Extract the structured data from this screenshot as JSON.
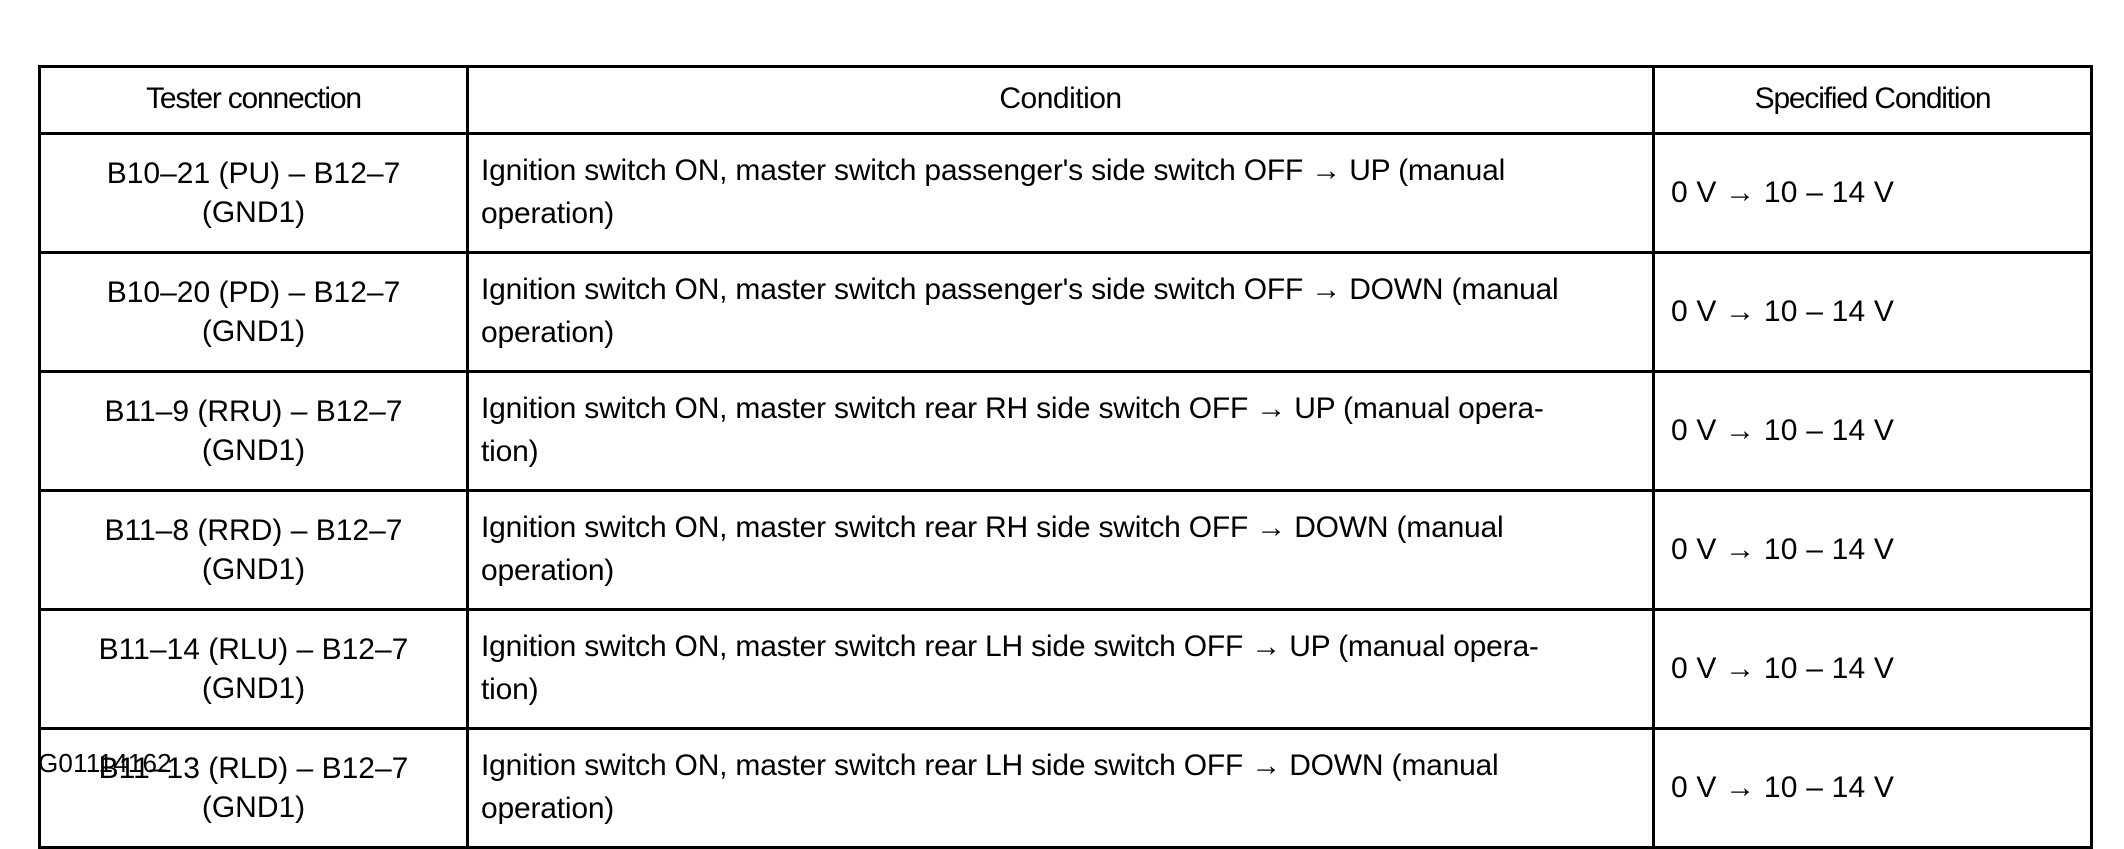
{
  "table": {
    "headers": {
      "tester_connection": "Tester connection",
      "condition": "Condition",
      "specified_condition": "Specified Condition"
    },
    "rows": [
      {
        "tester_line1": "B10–21 (PU) – B12–7",
        "tester_line2": "(GND1)",
        "condition_line1": "Ignition switch ON, master switch passenger's side switch OFF → UP (manual",
        "condition_line2": "operation)",
        "specified": "0 V → 10 – 14 V"
      },
      {
        "tester_line1": "B10–20 (PD) – B12–7",
        "tester_line2": "(GND1)",
        "condition_line1": "Ignition switch ON, master switch passenger's side switch OFF → DOWN (manual",
        "condition_line2": "operation)",
        "specified": "0 V → 10 – 14 V"
      },
      {
        "tester_line1": "B11–9 (RRU) – B12–7",
        "tester_line2": "(GND1)",
        "condition_line1": "Ignition switch ON, master switch rear RH side switch OFF → UP (manual opera-",
        "condition_line2": "tion)",
        "specified": "0 V → 10 – 14 V"
      },
      {
        "tester_line1": "B11–8 (RRD) – B12–7",
        "tester_line2": "(GND1)",
        "condition_line1": "Ignition switch ON, master switch rear RH side switch OFF → DOWN (manual",
        "condition_line2": "operation)",
        "specified": "0 V → 10 – 14 V"
      },
      {
        "tester_line1": "B11–14 (RLU) – B12–7",
        "tester_line2": "(GND1)",
        "condition_line1": "Ignition switch ON, master switch rear LH side switch OFF → UP (manual opera-",
        "condition_line2": "tion)",
        "specified": "0 V → 10 – 14 V"
      },
      {
        "tester_line1": "B11–13 (RLD) – B12–7",
        "tester_line2": "(GND1)",
        "condition_line1": "Ignition switch ON, master switch rear LH side switch OFF → DOWN (manual",
        "condition_line2": "operation)",
        "specified": "0 V → 10 – 14 V"
      }
    ]
  },
  "figure_id": "G01114162",
  "colors": {
    "ink": "#000000",
    "paper": "#ffffff"
  }
}
